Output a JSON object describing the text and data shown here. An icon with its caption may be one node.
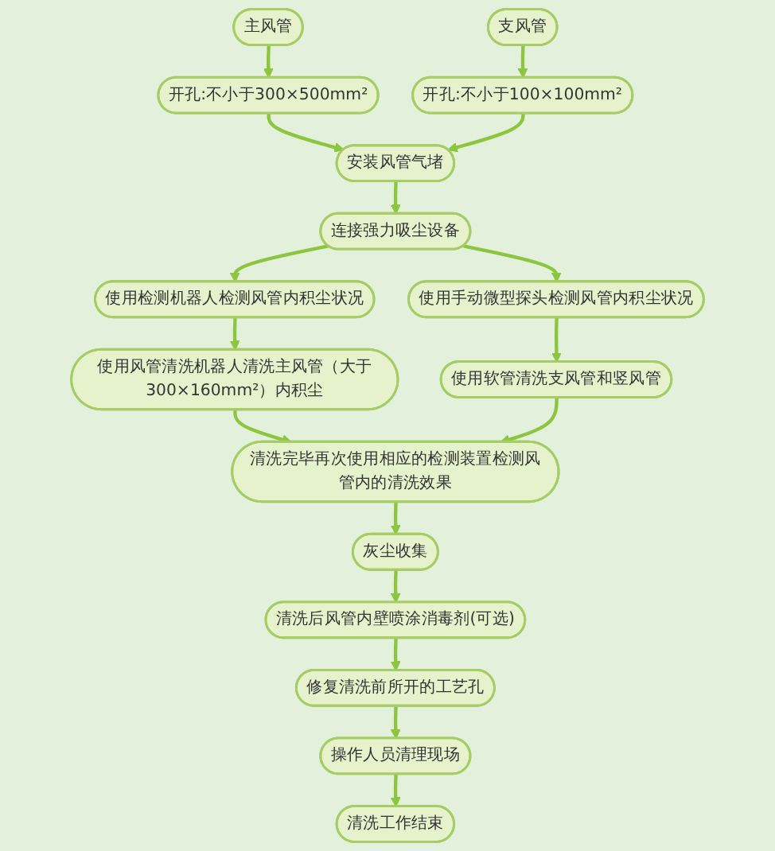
{
  "diagram": {
    "nodes": [
      {
        "text": [
          "主风管"
        ]
      },
      {
        "text": [
          "支风管"
        ]
      },
      {
        "text": [
          "开孔:不小于300×500mm²"
        ]
      },
      {
        "text": [
          "开孔:不小于100×100mm²"
        ]
      },
      {
        "text": [
          "安装风管气堵"
        ]
      },
      {
        "text": [
          "连接强力吸尘设备"
        ]
      },
      {
        "text": [
          "使用检测机器人检测风管内积尘状况"
        ]
      },
      {
        "text": [
          "使用手动微型探头检测风管内积尘状况"
        ]
      },
      {
        "text": [
          "使用风管清洗机器人清洗主风管（大于300×160mm²）内积尘"
        ]
      },
      {
        "text": [
          "使用软管清洗支风管和竖风管"
        ]
      },
      {
        "text": [
          "清洗完毕再次使用相应的检测装置检测风管内的清洗效果"
        ]
      },
      {
        "text": [
          "灰尘收集"
        ]
      },
      {
        "text": [
          "清洗后风管内壁喷涂消毒剂(可选)"
        ]
      },
      {
        "text": [
          "修复清洗前所开的工艺孔"
        ]
      },
      {
        "text": [
          "操作人员清理现场"
        ]
      },
      {
        "text": [
          "清洗工作结束"
        ]
      }
    ],
    "edges": [
      {
        "from": 0,
        "to": 2,
        "arrow": "to"
      },
      {
        "from": 1,
        "to": 3,
        "arrow": "to"
      },
      {
        "from": 2,
        "to": 4,
        "arrow": "to"
      },
      {
        "from": 3,
        "to": 4,
        "arrow": "to"
      },
      {
        "from": 4,
        "to": 5,
        "arrow": "to"
      },
      {
        "from": 5,
        "to": 6,
        "arrow": "to"
      },
      {
        "from": 5,
        "to": 7,
        "arrow": "to"
      },
      {
        "from": 6,
        "to": 8,
        "arrow": "to"
      },
      {
        "from": 7,
        "to": 9,
        "arrow": "to"
      },
      {
        "from": 8,
        "to": 10,
        "arrow": "to"
      },
      {
        "from": 9,
        "to": 10,
        "arrow": "to"
      },
      {
        "from": 10,
        "to": 11,
        "arrow": "to"
      },
      {
        "from": 11,
        "to": 12,
        "arrow": "to"
      },
      {
        "from": 12,
        "to": 13,
        "arrow": "to"
      },
      {
        "from": 13,
        "to": 14,
        "arrow": "to"
      },
      {
        "from": 14,
        "to": 15,
        "arrow": "to"
      }
    ]
  }
}
